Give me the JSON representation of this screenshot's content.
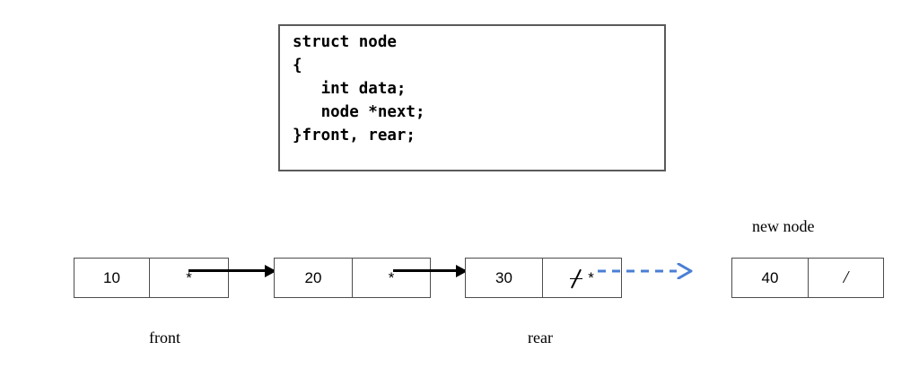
{
  "diagram": {
    "title": "Linked list queue enqueue diagram",
    "code_block": {
      "lines": "struct node\n{\n   int data;\n   node *next;\n}front, rear;"
    },
    "nodes": [
      {
        "id": "node-1",
        "data": "10",
        "pointer": "*",
        "label": "front"
      },
      {
        "id": "node-2",
        "data": "20",
        "pointer": "*",
        "label": ""
      },
      {
        "id": "node-3",
        "data": "30",
        "pointer": "*",
        "pointer_crossed": true,
        "label": "rear"
      },
      {
        "id": "node-new",
        "data": "40",
        "pointer": "/",
        "label": "new node"
      }
    ],
    "labels": {
      "front": "front",
      "rear": "rear",
      "new_node": "new node"
    },
    "connectors": [
      {
        "from": "node-1",
        "to": "node-2",
        "style": "solid",
        "color": "#000000"
      },
      {
        "from": "node-2",
        "to": "node-3",
        "style": "solid",
        "color": "#000000"
      },
      {
        "from": "node-3",
        "to": "node-new",
        "style": "dashed",
        "color": "#4a7fd4"
      }
    ],
    "colors": {
      "background": "#ffffff",
      "box_border": "#5a5a5a",
      "node_border": "#4d4d4d",
      "text": "#000000",
      "new_link": "#4a7fd4"
    }
  }
}
